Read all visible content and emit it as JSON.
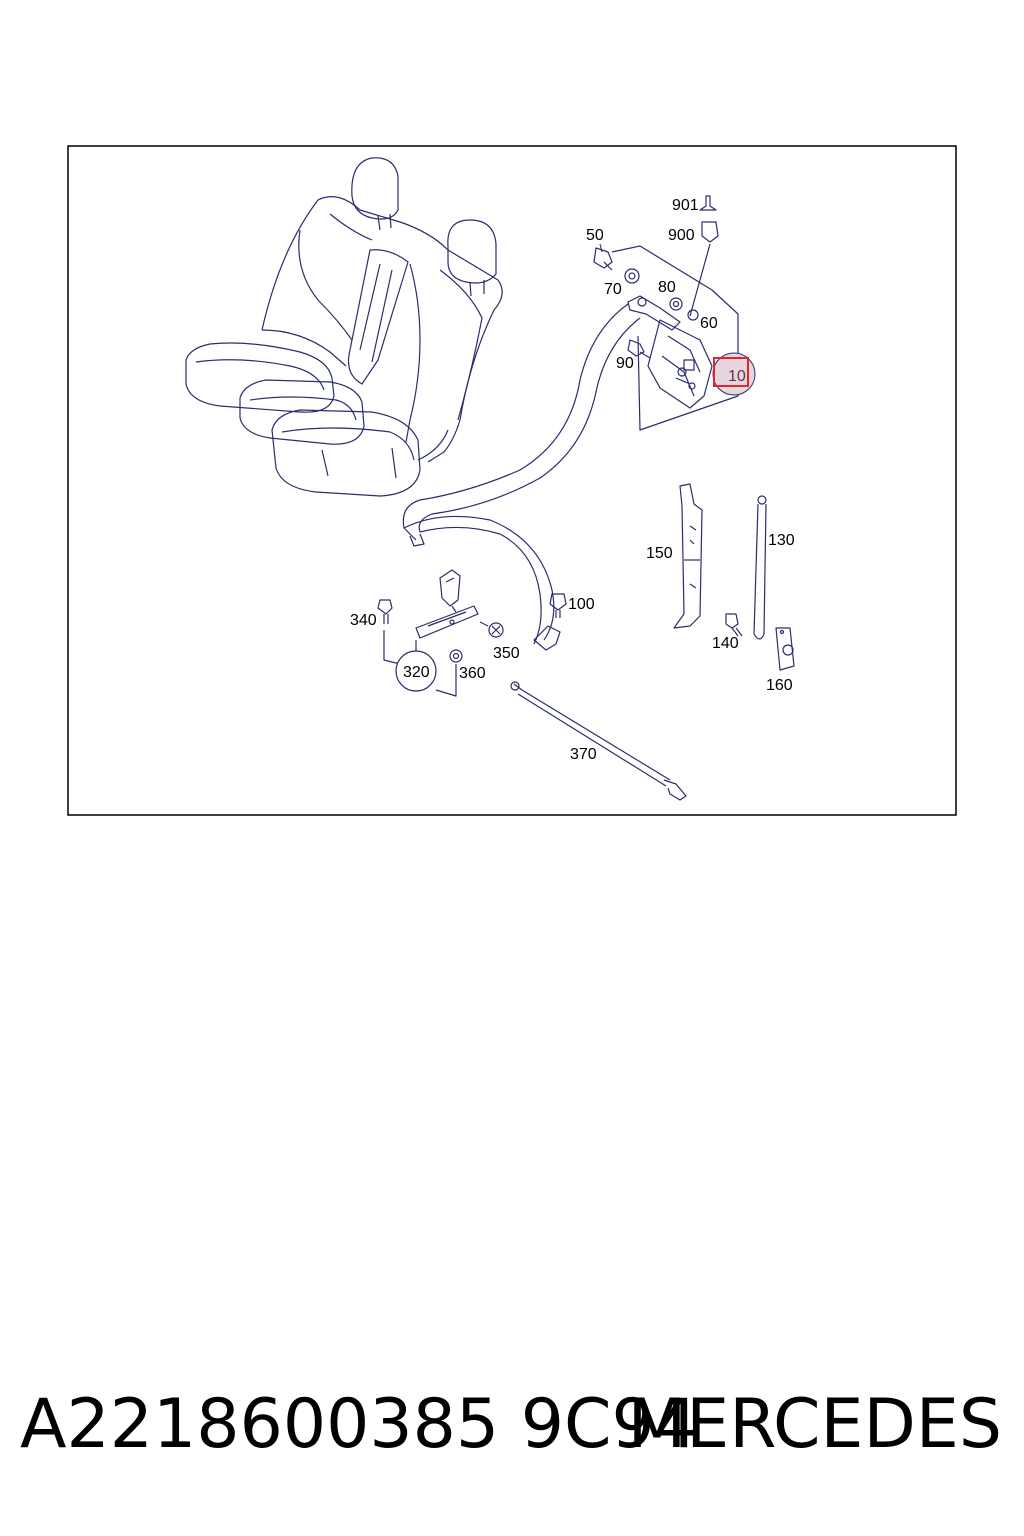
{
  "diagram": {
    "callouts": {
      "c10": "10",
      "c50": "50",
      "c60": "60",
      "c70": "70",
      "c80": "80",
      "c90": "90",
      "c100": "100",
      "c130": "130",
      "c140": "140",
      "c150": "150",
      "c160": "160",
      "c320": "320",
      "c340": "340",
      "c350": "350",
      "c360": "360",
      "c370": "370",
      "c900": "900",
      "c901": "901"
    },
    "colors": {
      "frame": "#000000",
      "line": "#2a2d6e",
      "highlight": "#e3262b",
      "highlight_fill": "#e8d6df"
    },
    "highlighted_part": "10"
  },
  "footer": {
    "part_number": "A2218600385 9C94",
    "brand": "MERCEDES"
  }
}
